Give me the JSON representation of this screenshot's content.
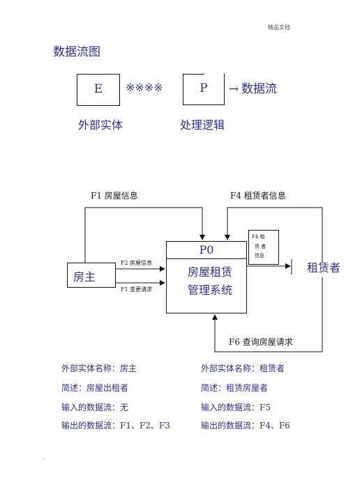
{
  "header": {
    "note": "精品文档"
  },
  "legend": {
    "title": "数据流图",
    "entity_letter": "E",
    "process_letter": "P",
    "marks": "※※※※",
    "arrow": "→",
    "flow_label": "数据流",
    "entity_label": "外部实体",
    "process_label": "处理逻辑"
  },
  "diagram": {
    "f1_top": "F1 房屋信息",
    "f4_top": "F4 租赁者信息",
    "f2_mid": "F2 房屋信息",
    "f1_mid": "F1 变更请求",
    "f6_bottom": "F6 查询房屋请求",
    "landlord": "房主",
    "process_id": "P0",
    "process_name_line1": "房屋租赁",
    "process_name_line2": "管理系统",
    "store_line1": "F4 租",
    "store_line2": "赁 者",
    "store_line3": "信息",
    "tenant": "租赁者"
  },
  "details": {
    "left": {
      "name": "外部实体名称：房主",
      "desc": "简述：房屋出租者",
      "input": "输入的数据流：无",
      "output": "输出的数据流：F1、F2、F3"
    },
    "right": {
      "name": "外部实体名称：租赁者",
      "desc": "简述：租赁房屋者",
      "input": "输入的数据流：F5",
      "output": "输出的数据流：F4、F6"
    }
  },
  "footer": {
    "dot": "."
  },
  "colors": {
    "text_blue": "#2b2f9e",
    "line": "#111111"
  }
}
